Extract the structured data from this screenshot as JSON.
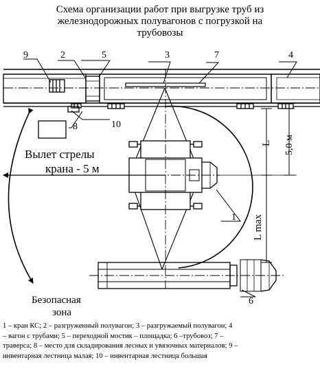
{
  "title": {
    "line1": "Схема организации работ при выгрузке труб из",
    "line2": "железнодорожных полувагонов с погрузкой на",
    "line3": "трубовозы"
  },
  "labels": {
    "n1": "1",
    "n2": "2",
    "n3": "3",
    "n4": "4",
    "n5": "5",
    "n6": "6",
    "n7": "7",
    "n8": "8",
    "n9": "9",
    "n10": "10",
    "L": "L",
    "five_m": "5,0 м",
    "L_max": "L max",
    "boom_line1": "Вылет стрелы",
    "boom_line2": "крана - 5 м",
    "safe_line1": "Безопасная",
    "safe_line2": "зона"
  },
  "legend": {
    "line1": "1 – кран КС; 2 – разгруженный полувагон; 3 – разгружаемый полувагон; 4",
    "line2": "– вагон с трубами; 5 – переходной мостик – площадка; 6 –трубовоз; 7 –",
    "line3": "траверса; 8 – место для складирования лесных и увязочных материалов; 9 –",
    "line4": "инвентарная лестница малая; 10 – инвентарная лестница большая"
  }
}
